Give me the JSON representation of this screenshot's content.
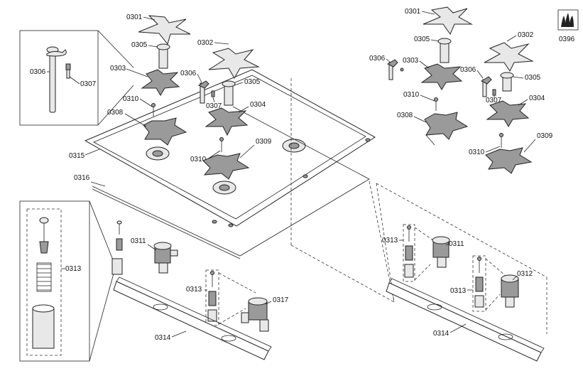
{
  "diagram": {
    "labels": {
      "l_0301_a": "0301",
      "l_0302_a": "0302",
      "l_0303_a": "0303",
      "l_0305_a": "0305",
      "l_0306_a": "0306",
      "l_0306_b": "0306",
      "l_0307_a": "0307",
      "l_0307_b": "0307",
      "l_0305_b": "0305",
      "l_0304_a": "0304",
      "l_0308_a": "0308",
      "l_0310_a": "0310",
      "l_0309_a": "0309",
      "l_0310_b": "0310",
      "l_0315": "0315",
      "l_0316": "0316",
      "l_0311_a": "0311",
      "l_0313_a": "0313",
      "l_0313_b": "0313",
      "l_0317": "0317",
      "l_0314_a": "0314",
      "l_0301_b": "0301",
      "l_0305_c": "0305",
      "l_0302_b": "0302",
      "l_0306_c": "0306",
      "l_0303_b": "0303",
      "l_0306_d": "0306",
      "l_0305_d": "0305",
      "l_0307_c": "0307",
      "l_0310_c": "0310",
      "l_0304_b": "0304",
      "l_0308_b": "0308",
      "l_0310_d": "0310",
      "l_0309_b": "0309",
      "l_0313_c": "0313",
      "l_0311_b": "0311",
      "l_0313_d": "0313",
      "l_0312": "0312",
      "l_0314_b": "0314",
      "l_0396": "0396"
    },
    "colors": {
      "line": "#222222",
      "part_fill": "#e8e8e8",
      "dark_fill": "#9a9a9a"
    },
    "icons": [
      "flame-logo-icon"
    ]
  }
}
